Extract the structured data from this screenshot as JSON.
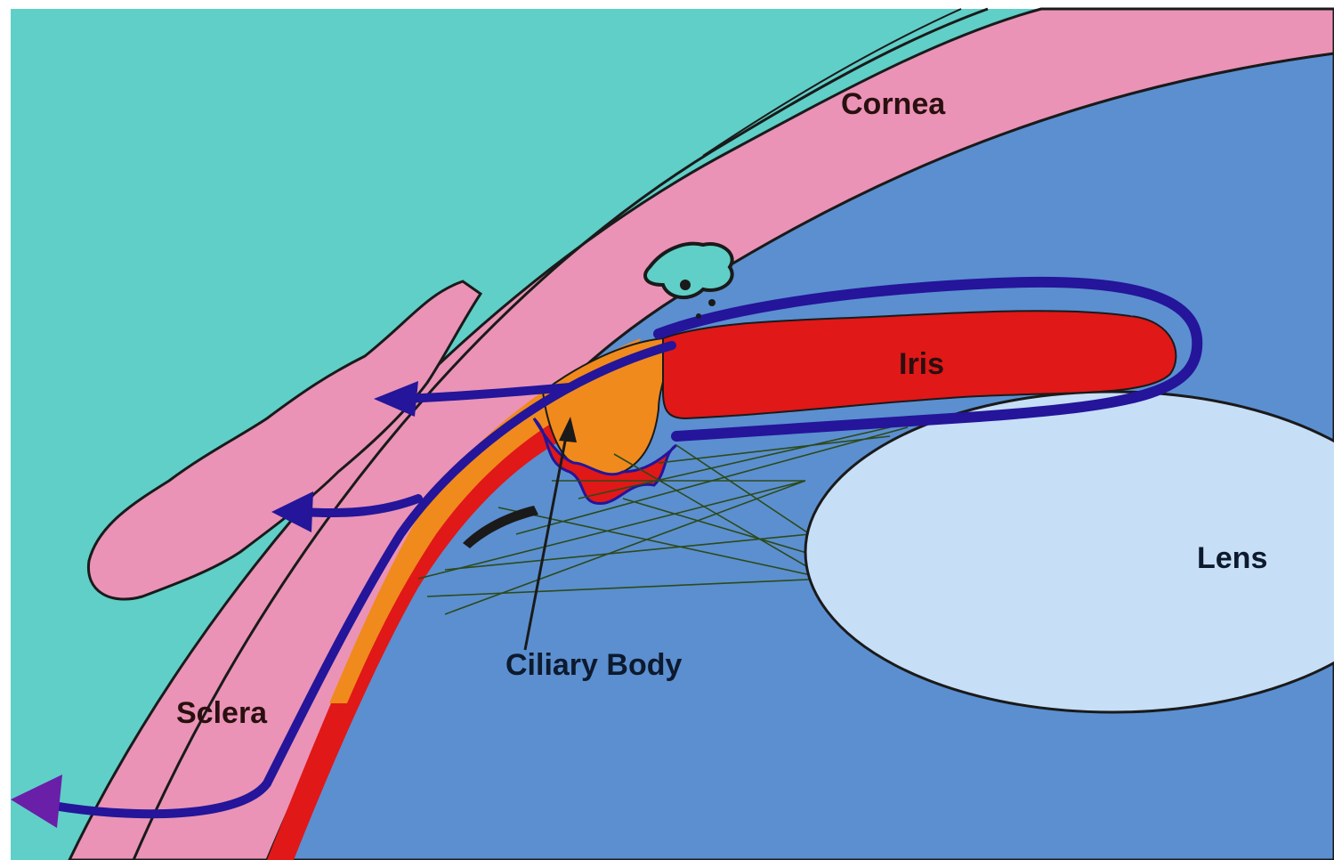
{
  "labels": {
    "cornea": "Cornea",
    "iris": "Iris",
    "lens": "Lens",
    "ciliary_body": "Ciliary Body",
    "sclera": "Sclera"
  },
  "colors": {
    "background_teal": "#5fcfc8",
    "chamber_blue": "#5b8fd0",
    "sclera_pink": "#ea93b6",
    "iris_red": "#e01818",
    "ciliary_orange": "#f08a1c",
    "lens_blue": "#c6def6",
    "flow_arrow_navy": "#24159a",
    "outline_dark": "#1a1a1a"
  },
  "icons": [
    "flow-arrow-icon"
  ]
}
